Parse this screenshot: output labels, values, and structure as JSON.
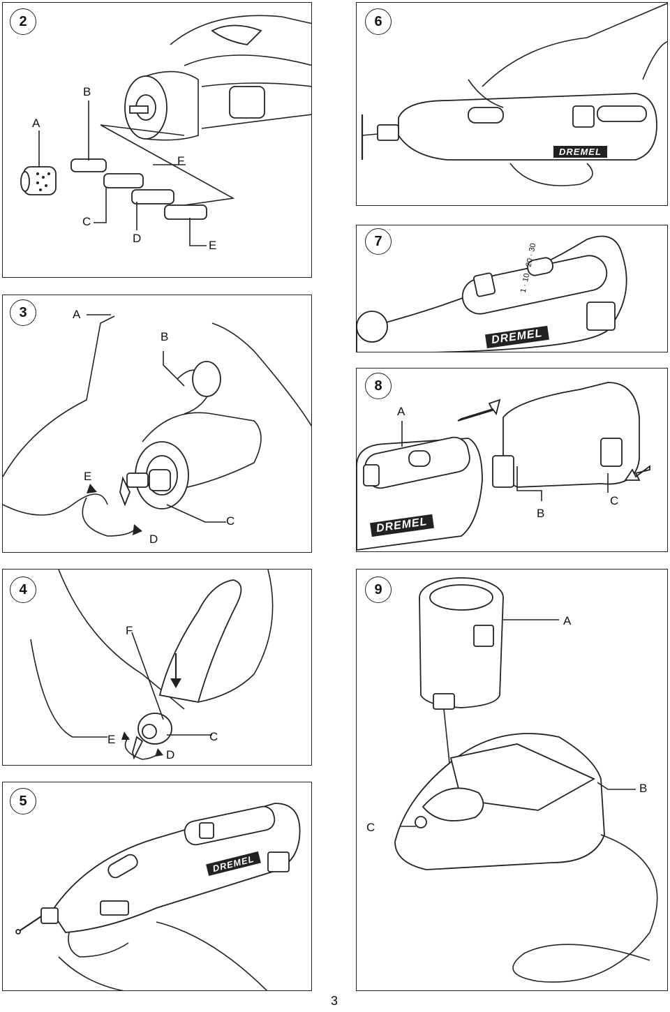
{
  "figures": [
    {
      "number": "2",
      "labels": [
        "A",
        "B",
        "C",
        "D",
        "E",
        "F"
      ]
    },
    {
      "number": "3",
      "labels": [
        "A",
        "B",
        "C",
        "D",
        "E"
      ]
    },
    {
      "number": "4",
      "labels": [
        "F",
        "E",
        "C",
        "D"
      ]
    },
    {
      "number": "5",
      "labels": []
    },
    {
      "number": "6",
      "labels": []
    },
    {
      "number": "7",
      "labels": []
    },
    {
      "number": "8",
      "labels": [
        "A",
        "B",
        "C"
      ]
    },
    {
      "number": "9",
      "labels": [
        "A",
        "B",
        "C"
      ]
    }
  ],
  "brand": "DREMEL",
  "speed_scale": [
    "1",
    "10",
    "20",
    "30"
  ],
  "page_number": "3"
}
